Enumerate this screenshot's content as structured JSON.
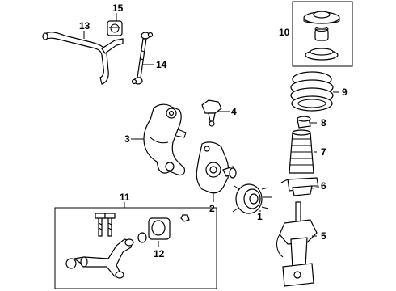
{
  "diagram": {
    "background": "#ffffff",
    "line_color": "#000000",
    "callouts": {
      "c1": "1",
      "c2": "2",
      "c3": "3",
      "c4": "4",
      "c5": "5",
      "c6": "6",
      "c7": "7",
      "c8": "8",
      "c9": "9",
      "c10": "10",
      "c11": "11",
      "c12": "12",
      "c13": "13",
      "c14": "14",
      "c15": "15"
    }
  }
}
